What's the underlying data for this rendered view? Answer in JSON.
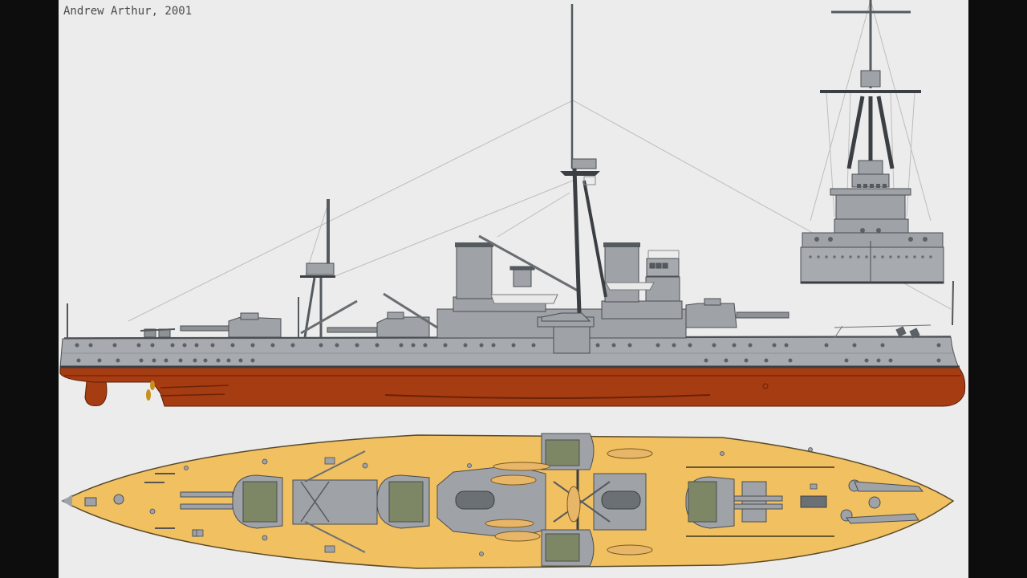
{
  "credit": "Andrew Arthur, 2001",
  "colors": {
    "background": "#ececec",
    "letterbox": "#0d0d0d",
    "hull_grey": "#a7aaae",
    "superstructure_grey": "#9fa3a8",
    "dark_grey": "#555a5f",
    "antifouling_red": "#a63c12",
    "boot_line": "#3b3f44",
    "deck_yellow": "#f0c061",
    "turret_green": "#7d8766",
    "rigging": "#b8b8b8",
    "boat_wood": "#e8b668"
  },
  "views": {
    "profile": {
      "label": "side-elevation"
    },
    "front": {
      "label": "bow-elevation"
    },
    "plan": {
      "label": "deck-plan"
    }
  },
  "profile_turrets_x": [
    315,
    505,
    915,
    1115
  ],
  "funnels_x": [
    598,
    775
  ],
  "plan_turrets_x": [
    320,
    505,
    715,
    715,
    885
  ]
}
